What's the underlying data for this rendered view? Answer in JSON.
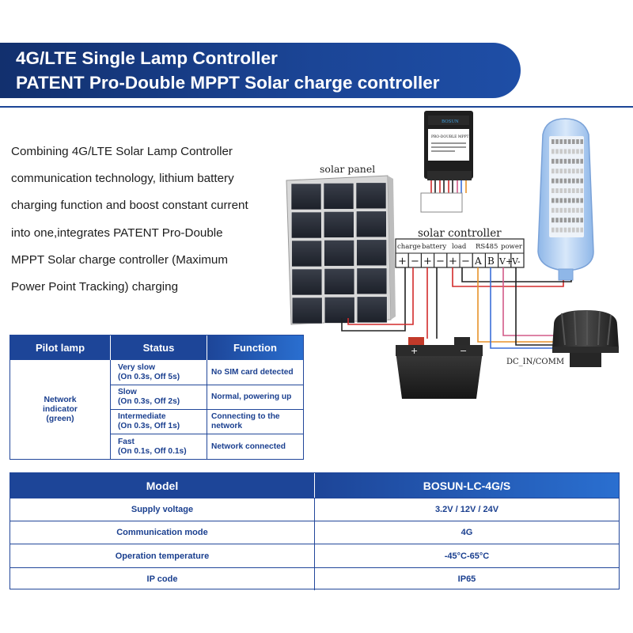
{
  "header": {
    "title_line1": "4G/LTE Single Lamp Controller",
    "title_line2": "PATENT Pro-Double MPPT Solar charge controller"
  },
  "intro": {
    "lines": [
      "Combining 4G/LTE Solar Lamp Controller",
      "communication technology, lithium battery",
      "charging function and boost constant current",
      "into one,integrates PATENT Pro-Double",
      "MPPT Solar charge controller (Maximum",
      "Power Point Tracking) charging"
    ]
  },
  "diagram": {
    "solar_panel_label": "solar panel",
    "controller_label": "solar controller",
    "terminal_groups": [
      "charge",
      "battery",
      "load",
      "RS485",
      "power"
    ],
    "terminal_marks": [
      "+",
      "−",
      "+",
      "−",
      "+",
      "−",
      "A",
      "B",
      "V+",
      "V-"
    ],
    "sensor_label": "DC_IN/COMM",
    "device_brand": "BOSUN",
    "device_model": "PRO-DOUBLE MPPT",
    "colors": {
      "red_wire": "#d22b2b",
      "black_wire": "#222222",
      "orange_wire": "#e8922a",
      "blue_wire": "#3b6fd8",
      "pink_wire": "#d25a88"
    }
  },
  "pilot_table": {
    "headers": {
      "lamp": "Pilot lamp",
      "status": "Status",
      "function": "Function"
    },
    "lamp": {
      "line1": "Network",
      "line2": "indicator",
      "line3": "(green)"
    },
    "rows": [
      {
        "status": "Very slow",
        "timing": "(On 0.3s, Off 5s)",
        "function": "No SIM card detected"
      },
      {
        "status": "Slow",
        "timing": "(On 0.3s, Off 2s)",
        "function": "Normal, powering up"
      },
      {
        "status": "Intermediate",
        "timing": "(On 0.3s, Off 1s)",
        "function_line1": "Connecting to the",
        "function_line2": "network"
      },
      {
        "status": "Fast",
        "timing": "(On 0.1s, Off 0.1s)",
        "function": "Network connected"
      }
    ]
  },
  "spec_table": {
    "header_key": "Model",
    "header_value": "BOSUN-LC-4G/S",
    "rows": [
      {
        "key": "Supply voltage",
        "value": "3.2V / 12V / 24V"
      },
      {
        "key": "Communication mode",
        "value": "4G"
      },
      {
        "key": "Operation temperature",
        "value": "-45°C-65°C"
      },
      {
        "key": "IP code",
        "value": "IP65"
      }
    ]
  },
  "accent_color": "#1d4598"
}
